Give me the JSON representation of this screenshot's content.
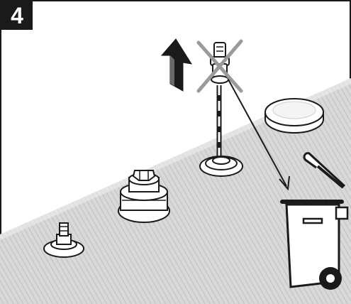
{
  "step": {
    "number": "4"
  },
  "colors": {
    "outline": "#1a1a1a",
    "surface_light": "#e6e6e6",
    "surface_dark": "#bdbdbd",
    "part_fill": "#ffffff",
    "cross": "#9a9a9a",
    "arrow": "#1a1a1a"
  },
  "icons": {
    "step_badge": "step-number-badge",
    "remove_arrow": "arrow-up-icon",
    "discard_part": "crossed-out-valve-insert",
    "trash_bin": "wheelie-bin-icon",
    "disposal_arrow": "arrow-to-bin-icon"
  }
}
